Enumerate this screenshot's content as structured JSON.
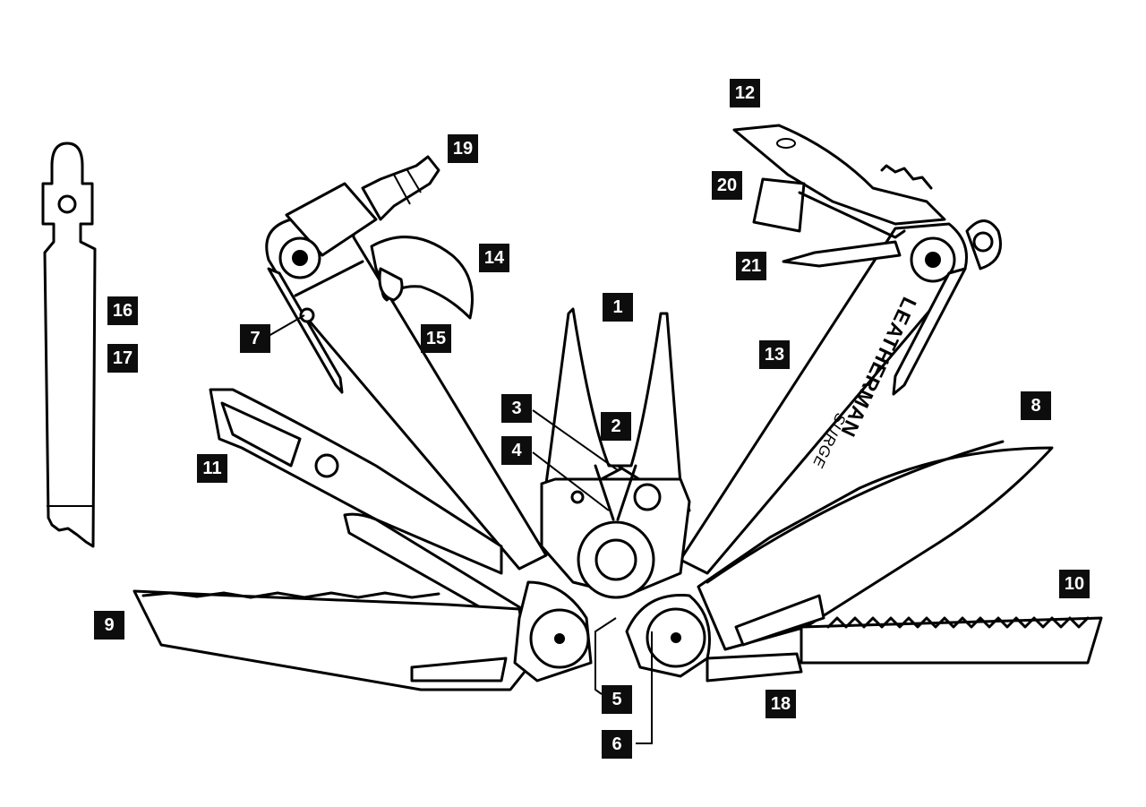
{
  "diagram": {
    "brand_text": "LEATHERMAN",
    "model_text": "SURGE",
    "callouts": [
      {
        "id": "1",
        "label": "1"
      },
      {
        "id": "2",
        "label": "2"
      },
      {
        "id": "3",
        "label": "3"
      },
      {
        "id": "4",
        "label": "4"
      },
      {
        "id": "5",
        "label": "5"
      },
      {
        "id": "6",
        "label": "6"
      },
      {
        "id": "7",
        "label": "7"
      },
      {
        "id": "8",
        "label": "8"
      },
      {
        "id": "9",
        "label": "9"
      },
      {
        "id": "10",
        "label": "10"
      },
      {
        "id": "11",
        "label": "11"
      },
      {
        "id": "12",
        "label": "12"
      },
      {
        "id": "13",
        "label": "13"
      },
      {
        "id": "14",
        "label": "14"
      },
      {
        "id": "15",
        "label": "15"
      },
      {
        "id": "16",
        "label": "16"
      },
      {
        "id": "17",
        "label": "17"
      },
      {
        "id": "18",
        "label": "18"
      },
      {
        "id": "19",
        "label": "19"
      },
      {
        "id": "20",
        "label": "20"
      },
      {
        "id": "21",
        "label": "21"
      }
    ]
  }
}
